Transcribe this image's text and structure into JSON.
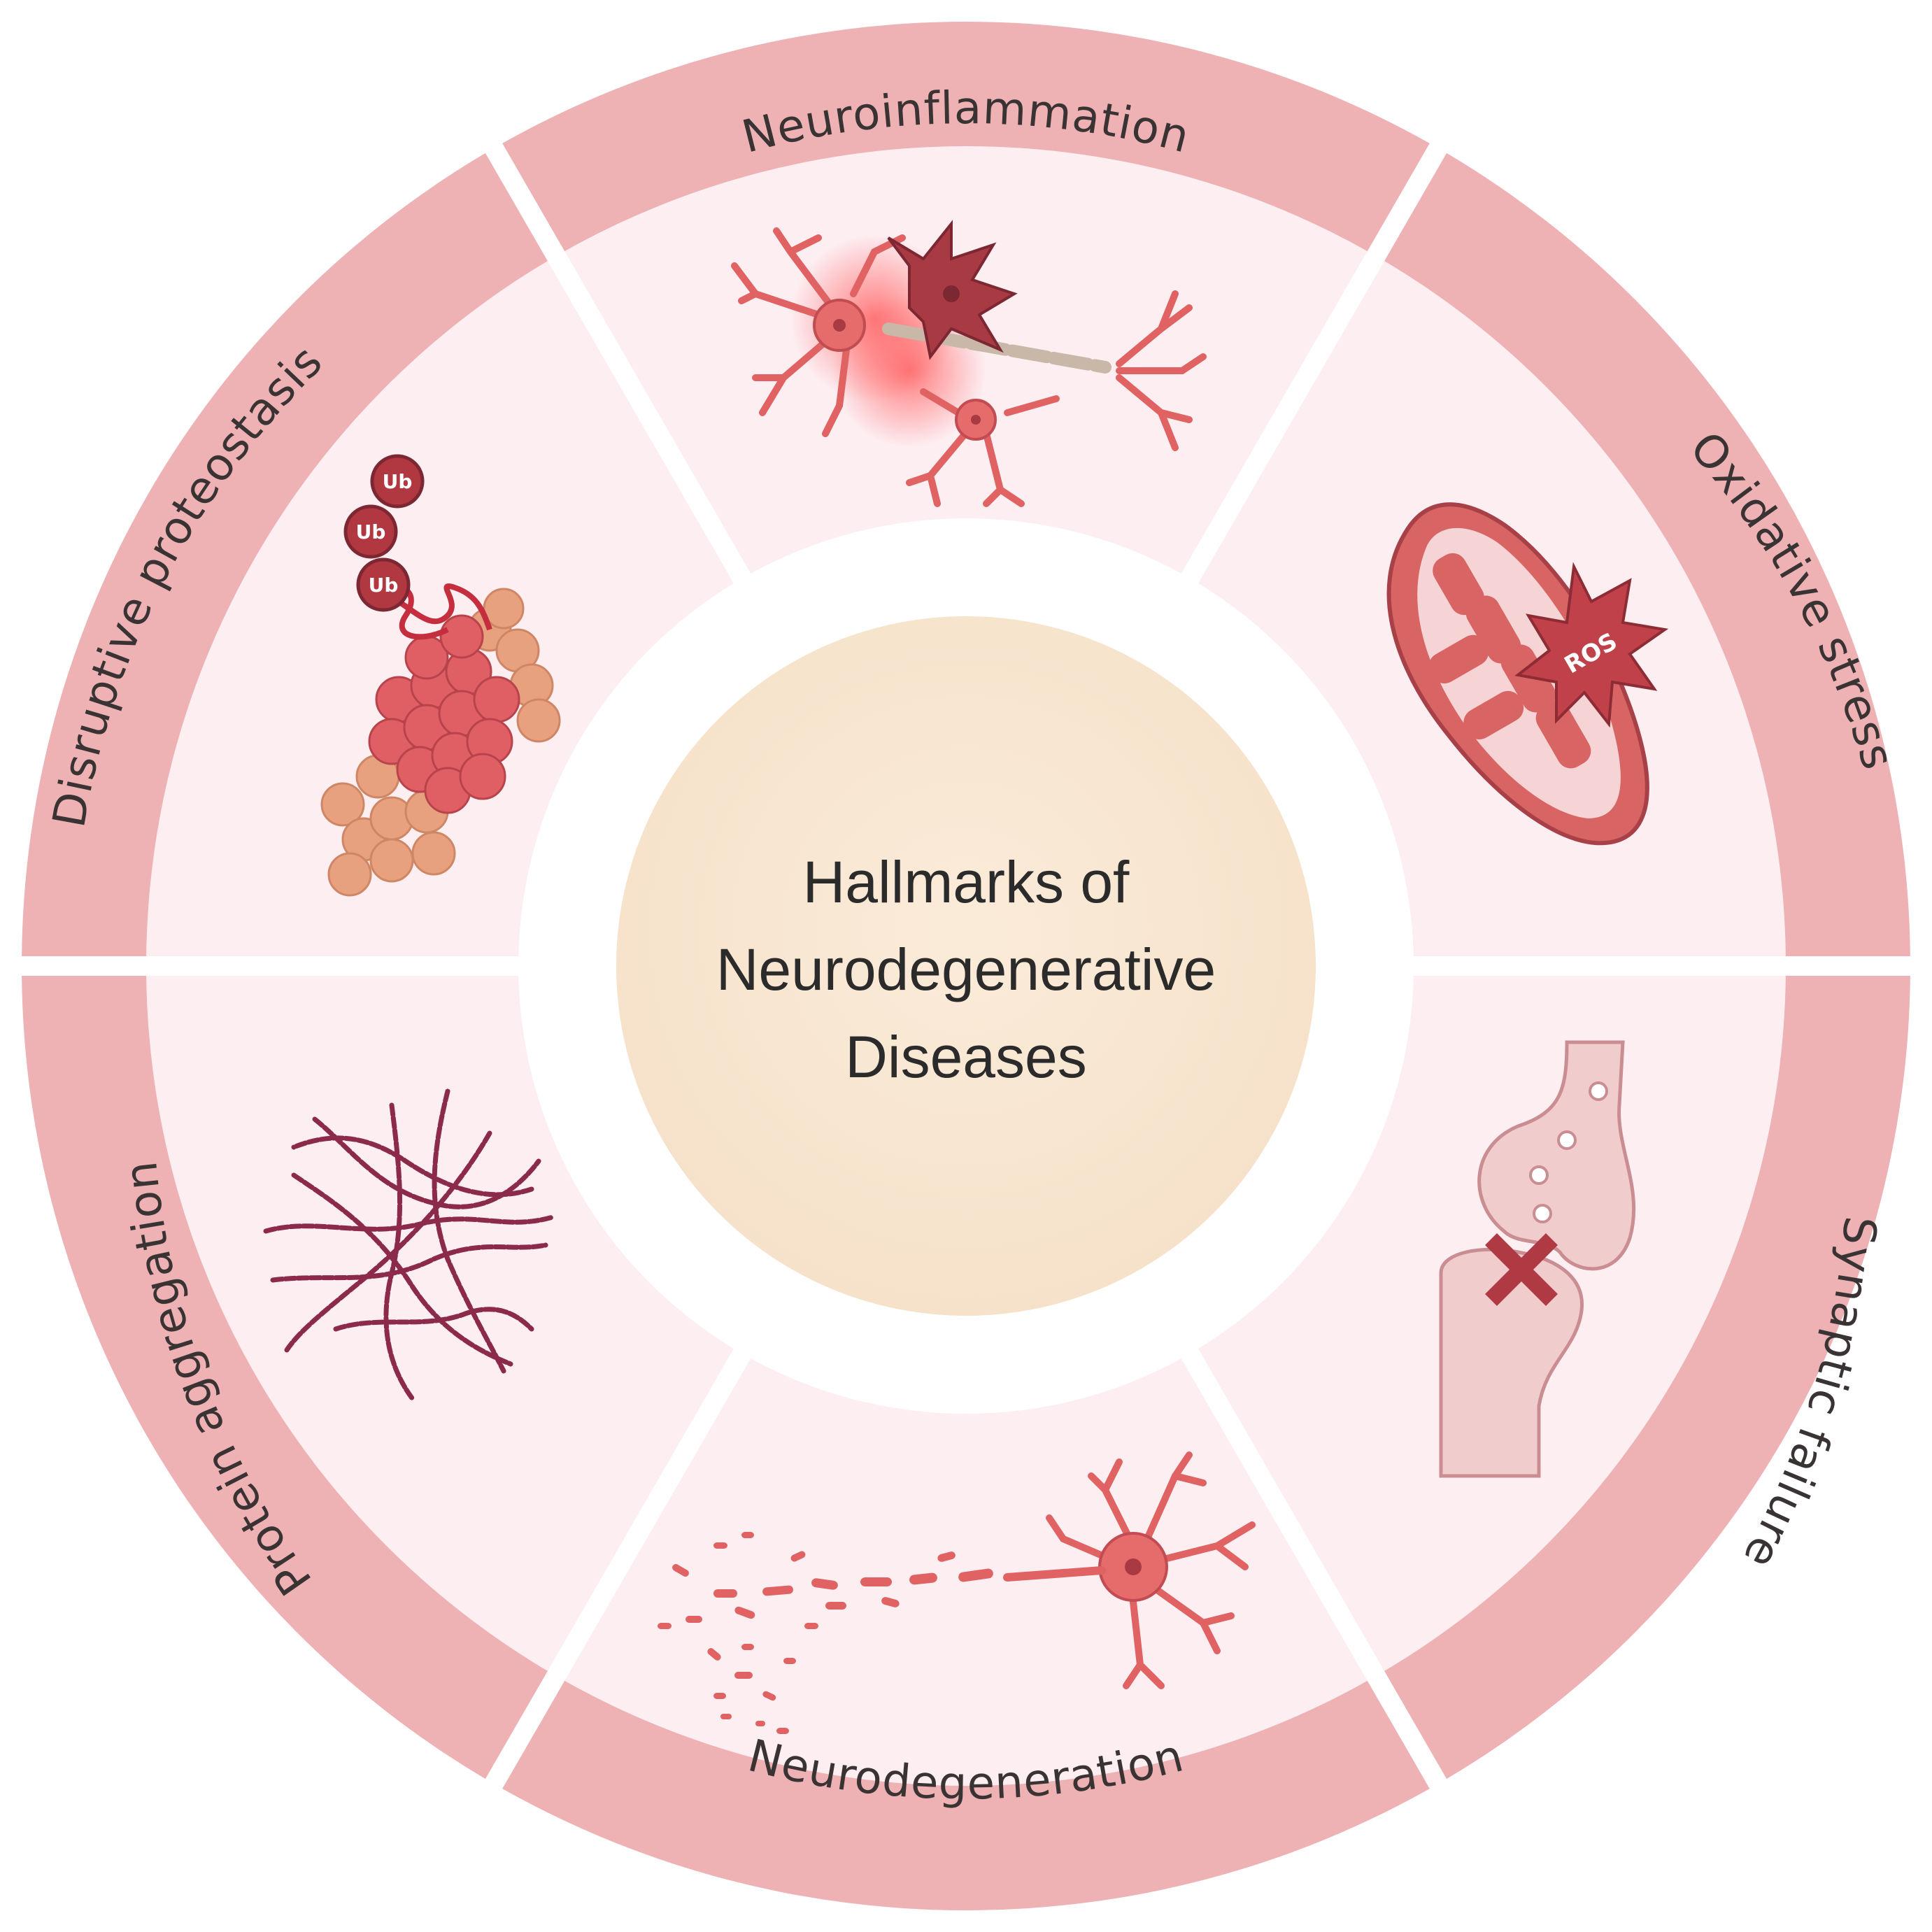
{
  "title_lines": [
    "Hallmarks of",
    "Neurodegenerative",
    "Diseases"
  ],
  "segments": [
    {
      "label": "Neuroinflammation",
      "icon": "neuroinflammation-icon"
    },
    {
      "label": "Oxidative stress",
      "icon": "mitochondrion-icon"
    },
    {
      "label": "Synaptic failure",
      "icon": "synapse-icon"
    },
    {
      "label": "Neurodegeneration",
      "icon": "degenerating-neuron-icon"
    },
    {
      "label": "Protein aggregation",
      "icon": "protein-fibrils-icon"
    },
    {
      "label": "Disruptive proteostasis",
      "icon": "proteasome-icon"
    }
  ],
  "icon_labels": {
    "ros": "ROS",
    "ub": "Ub"
  },
  "colors": {
    "outer_ring": "#eeb1b4",
    "inner_ring": "#fdeef2",
    "center": "#f9e6d1",
    "neuron": "#e06262",
    "neuron_dark": "#b83f47",
    "fibril": "#8c2a4b"
  }
}
